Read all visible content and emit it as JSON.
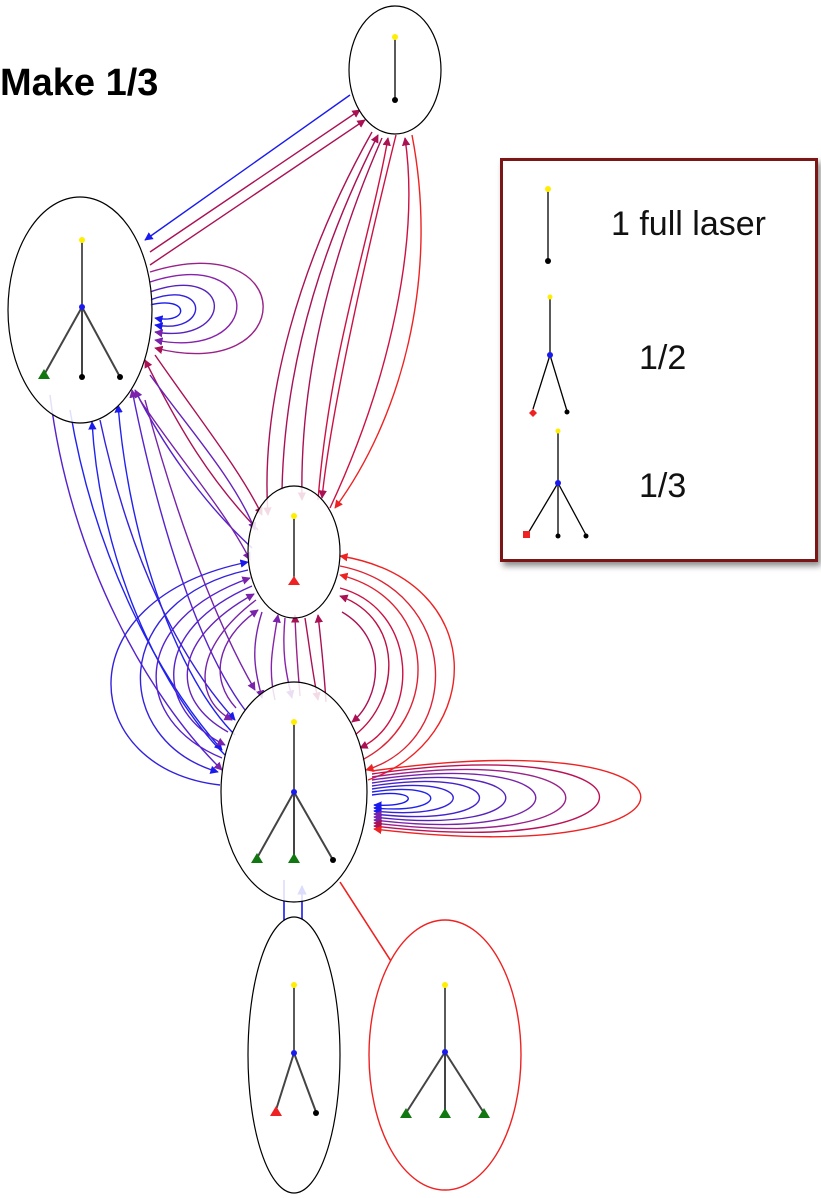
{
  "title": "Make 1/3",
  "legend": {
    "items": [
      {
        "label": "1 full laser"
      },
      {
        "label": "1/2"
      },
      {
        "label": "1/3"
      }
    ]
  },
  "colors": {
    "blue": "#1a1aee",
    "purple": "#7a22aa",
    "magenta": "#aa1155",
    "red": "#ee2222",
    "green": "#117711",
    "yellow": "#ffee00",
    "legend_border": "#7a1616"
  }
}
